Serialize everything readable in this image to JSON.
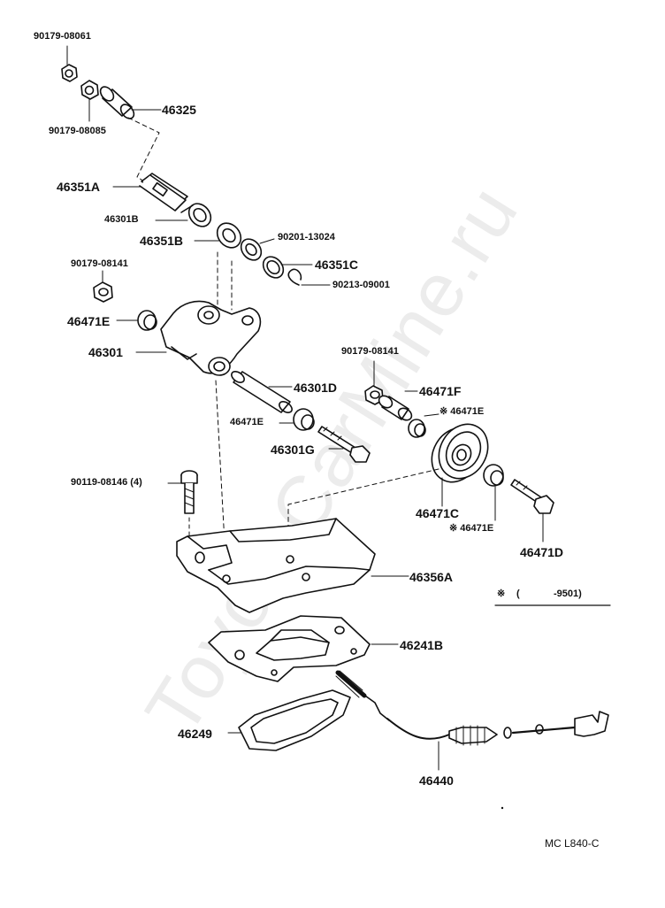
{
  "watermark": "ToyotaCarMine.ru",
  "parts": {
    "p90179_08061": "90179-08061",
    "p46325": "46325",
    "p90179_08085": "90179-08085",
    "p46351A": "46351A",
    "p46301B": "46301B",
    "p46351B": "46351B",
    "p90201_13024": "90201-13024",
    "p46351C": "46351C",
    "p90179_08141_a": "90179-08141",
    "p90213_09001": "90213-09001",
    "p46471E_a": "46471E",
    "p46301": "46301",
    "p90179_08141_b": "90179-08141",
    "p46301D": "46301D",
    "p46471F": "46471F",
    "p46471E_b": "46471E",
    "p46471E_c": "46471E",
    "p46301G": "46301G",
    "p90119_08146": "90119-08146 (4)",
    "p46471C": "46471C",
    "p46471E_d": "46471E",
    "p46471D": "46471D",
    "p46356A": "46356A",
    "p46241B": "46241B",
    "p46249": "46249",
    "p46440": "46440"
  },
  "footnote": {
    "mark": "※",
    "open": "(",
    "range": "-9501)"
  },
  "mark_symbol": "※",
  "drawing_ref": "MC  L840-C"
}
